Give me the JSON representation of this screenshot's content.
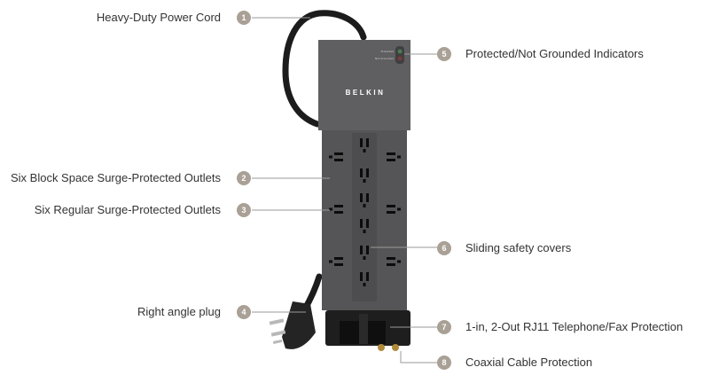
{
  "product": {
    "brand": "BELKIN",
    "indicator_top": "Protected",
    "indicator_bottom": "Not Grounded"
  },
  "callouts": [
    {
      "number": "1",
      "label": "Heavy-Duty Power Cord"
    },
    {
      "number": "2",
      "label": "Six Block Space Surge-Protected Outlets"
    },
    {
      "number": "3",
      "label": "Six Regular Surge-Protected Outlets"
    },
    {
      "number": "4",
      "label": "Right angle plug"
    },
    {
      "number": "5",
      "label": "Protected/Not Grounded Indicators"
    },
    {
      "number": "6",
      "label": "Sliding safety covers"
    },
    {
      "number": "7",
      "label": "1-in, 2-Out RJ11 Telephone/Fax Protection"
    },
    {
      "number": "8",
      "label": "Coaxial Cable Protection"
    }
  ],
  "colors": {
    "body": "#58585a",
    "badge": "#a9a096",
    "leader": "#9a9a9a",
    "text": "#333333"
  }
}
